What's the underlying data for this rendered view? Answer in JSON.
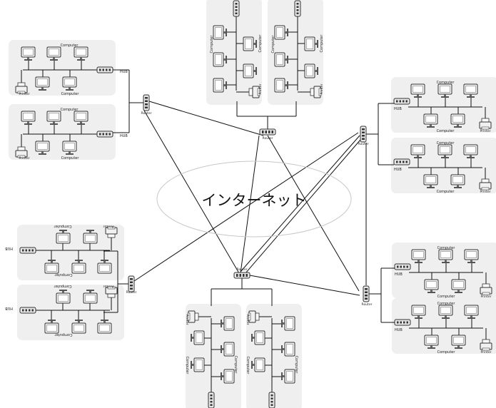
{
  "diagram": {
    "center_label": "インターネット",
    "labels": {
      "computer": "Computer",
      "printer": "Printer",
      "hub": "HUB",
      "router": "Router"
    }
  }
}
